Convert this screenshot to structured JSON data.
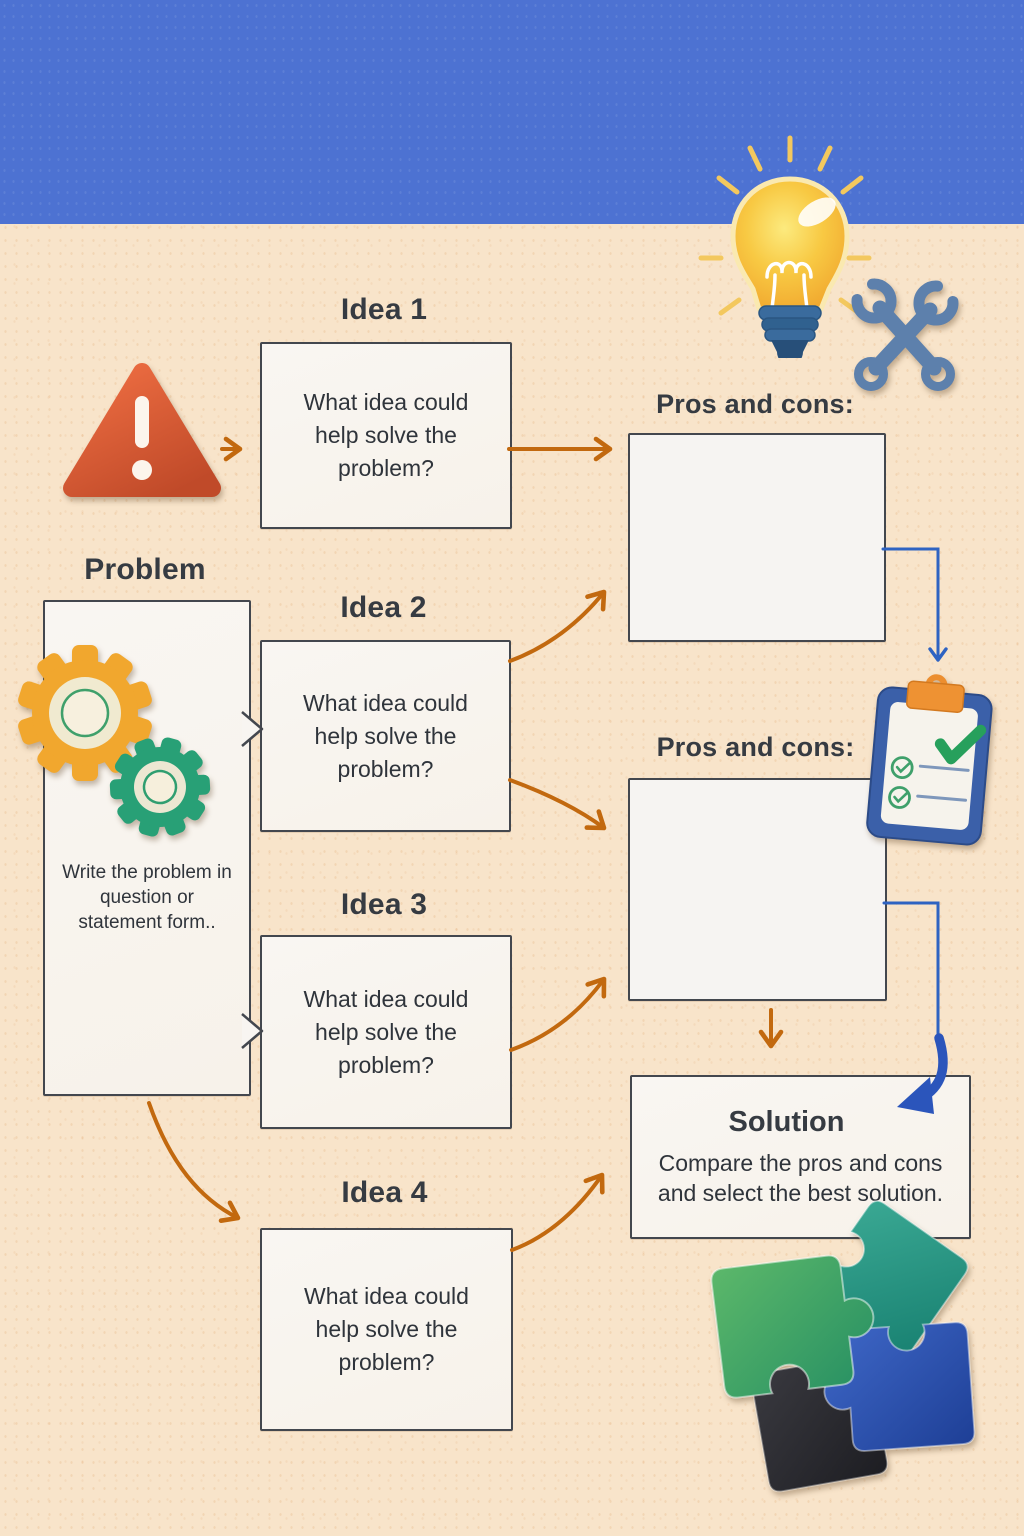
{
  "problem": {
    "title": "Problem",
    "placeholder": "Write the problem in question or statement form.."
  },
  "ideas": [
    {
      "title": "Idea 1",
      "prompt": "What idea could help solve the problem?"
    },
    {
      "title": "Idea 2",
      "prompt": "What idea could help solve the problem?"
    },
    {
      "title": "Idea 3",
      "prompt": "What idea could help solve the problem?"
    },
    {
      "title": "Idea 4",
      "prompt": "What idea could help solve the problem?"
    }
  ],
  "pros_cons": [
    {
      "label": "Pros and cons:"
    },
    {
      "label": "Pros and cons:"
    }
  ],
  "solution": {
    "title": "Solution",
    "description": "Compare the pros and cons and select the best solution."
  },
  "icons": {
    "warning": "warning-triangle-icon",
    "gears": "gears-icon",
    "lightbulb": "lightbulb-icon",
    "tools": "crossed-wrenches-icon",
    "clipboard": "clipboard-checklist-icon",
    "puzzle": "puzzle-pieces-icon"
  },
  "colors": {
    "sky_band": "#4d72d2",
    "paper": "#f8e4ca",
    "box_fill": "#f8f5f0",
    "box_border": "#43474e",
    "flow_arrow_orange": "#c2690f",
    "flow_arrow_blue": "#2e63c2",
    "title_text": "#363b42"
  }
}
